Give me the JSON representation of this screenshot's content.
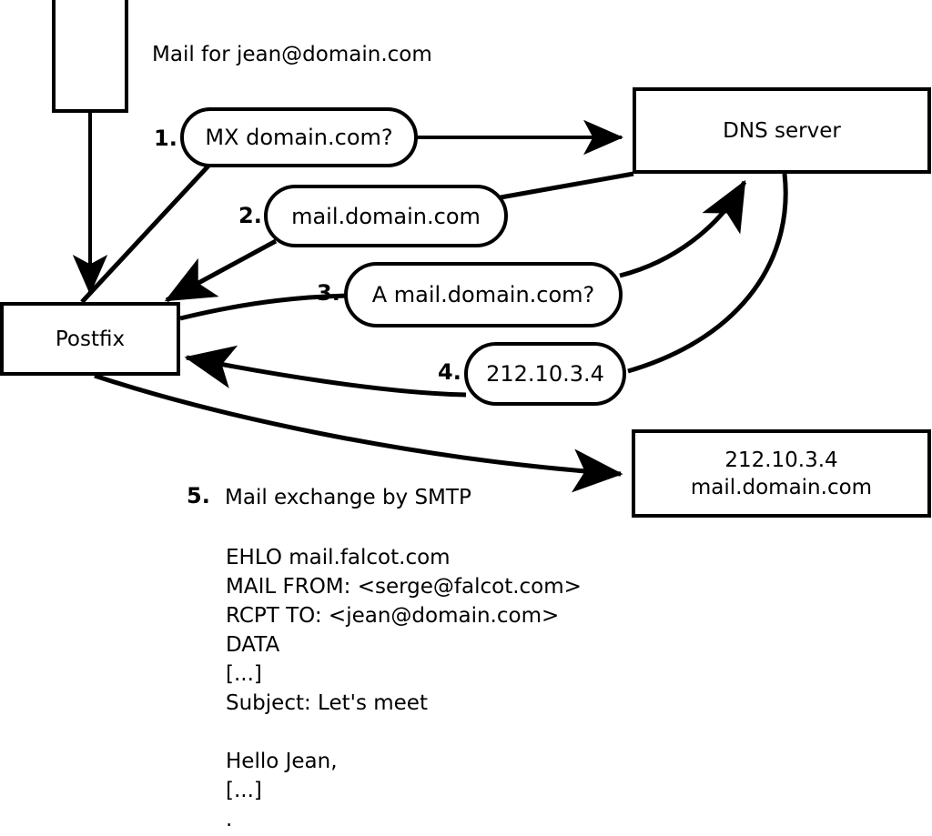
{
  "diagram": {
    "title_caption": "Mail for jean@domain.com",
    "nodes": [
      {
        "id": "source",
        "label": "",
        "lines": []
      },
      {
        "id": "postfix",
        "label": "Postfix",
        "lines": [
          "Postfix"
        ]
      },
      {
        "id": "dns",
        "label": "DNS server",
        "lines": [
          "DNS server"
        ]
      },
      {
        "id": "target",
        "label": "212.10.3.4 mail.domain.com",
        "lines": [
          "212.10.3.4",
          "mail.domain.com"
        ]
      }
    ],
    "steps": [
      {
        "num": "1.",
        "text": "MX domain.com?"
      },
      {
        "num": "2.",
        "text": "mail.domain.com"
      },
      {
        "num": "3.",
        "text": "A mail.domain.com?"
      },
      {
        "num": "4.",
        "text": "212.10.3.4"
      },
      {
        "num": "5.",
        "text": "Mail exchange by SMTP"
      }
    ],
    "smtp_transcript": [
      "EHLO mail.falcot.com",
      "MAIL FROM: <serge@falcot.com>",
      "RCPT TO: <jean@domain.com>",
      "DATA",
      "[...]",
      "Subject: Let's meet",
      "",
      "Hello Jean,",
      "[...]",
      "."
    ],
    "colors": {
      "stroke": "#000000",
      "fill": "#ffffff",
      "text": "#000000"
    }
  }
}
